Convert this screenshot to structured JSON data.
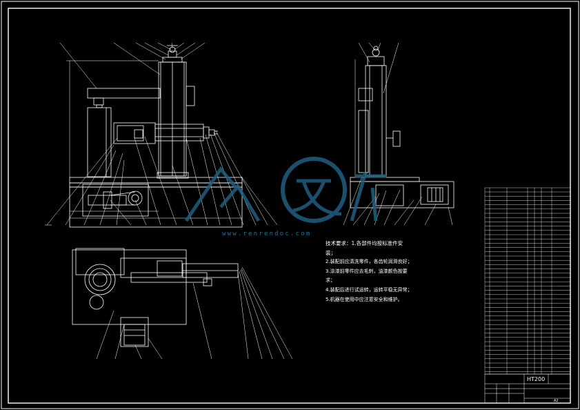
{
  "notes": {
    "title": "技术要求：1.各部件均按标准件安装；",
    "items": [
      "2.装配前应清洗零件，各齿轮润滑良好；",
      "3.涂漆前零件应去毛刺，油漆颜色按要求；",
      "4.装配后进行试运转，运转平稳无异常；",
      "5.机器在使用中应注意安全和维护。"
    ]
  },
  "title_block": {
    "material": "HT200",
    "scale_note": "A2"
  },
  "watermark": {
    "text": "www.renrendoc.com",
    "brand": "人人文库"
  },
  "colors": {
    "line": "#ffffff",
    "frame": "#ffffff",
    "watermark": "#1f5f80"
  }
}
